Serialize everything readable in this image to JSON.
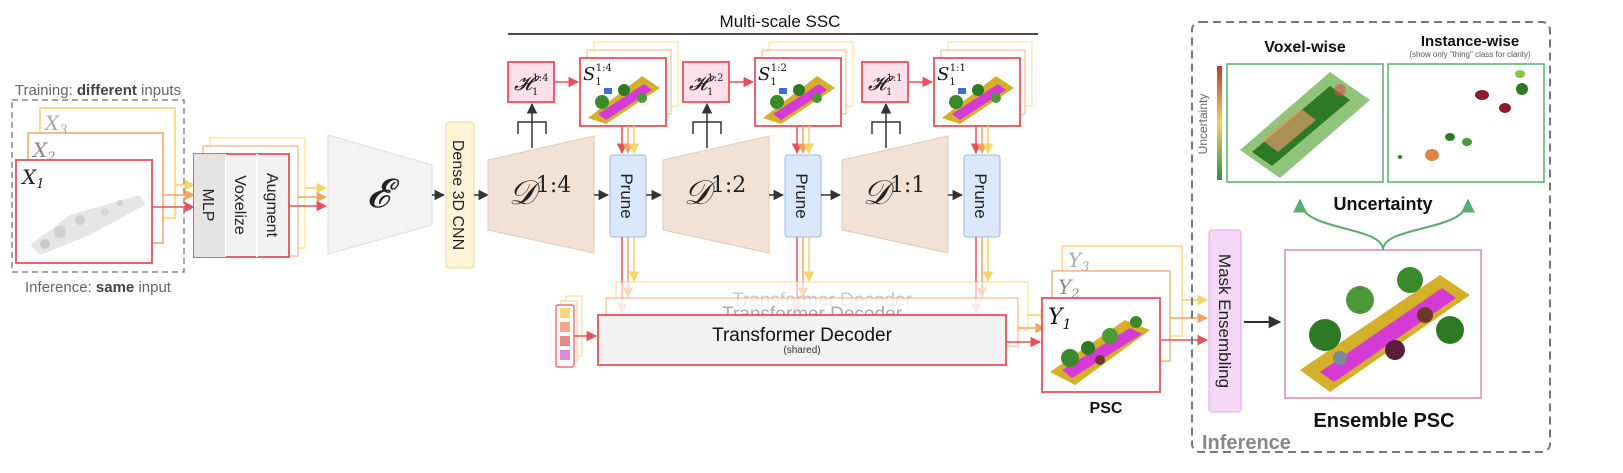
{
  "training_caption": {
    "prefix": "Training: ",
    "emphasis": "different",
    "suffix": " inputs"
  },
  "inference_caption": {
    "prefix": "Inference: ",
    "emphasis": "same",
    "suffix": " input"
  },
  "inputs": {
    "x1": "X",
    "x1_sub": "1",
    "x2": "X",
    "x2_sub": "2",
    "x3": "X",
    "x3_sub": "3"
  },
  "preprocess": {
    "mlp": "MLP",
    "voxelize": "Voxelize",
    "augment": "Augment"
  },
  "encoder": {
    "symbol": "𝓔"
  },
  "dense_cnn": {
    "label": "Dense 3D CNN"
  },
  "multiscale_title": "Multi-scale SSC",
  "decoders": [
    {
      "symbol": "𝒟",
      "scale": "1:4"
    },
    {
      "symbol": "𝒟",
      "scale": "1:2"
    },
    {
      "symbol": "𝒟",
      "scale": "1:1"
    }
  ],
  "heads": [
    {
      "symbol": "𝓗",
      "sub": "1",
      "scale": "1:4"
    },
    {
      "symbol": "𝓗",
      "sub": "1",
      "scale": "1:2"
    },
    {
      "symbol": "𝓗",
      "sub": "1",
      "scale": "1:1"
    }
  ],
  "ssc_outputs": [
    {
      "symbol": "S",
      "sub": "1",
      "scale": "1:4"
    },
    {
      "symbol": "S",
      "sub": "1",
      "scale": "1:2"
    },
    {
      "symbol": "S",
      "sub": "1",
      "scale": "1:1"
    }
  ],
  "prune_label": "Prune",
  "transformer": {
    "label": "Transformer Decoder",
    "sub": "(shared)",
    "ghost_label": "Transformer Decoder"
  },
  "psc_outputs": {
    "y1": "Y",
    "y1_sub": "1",
    "y2": "Y",
    "y2_sub": "2",
    "y3": "Y",
    "y3_sub": "3",
    "label": "PSC"
  },
  "mask_ensembling": "Mask Ensembling",
  "ensemble_label": "Ensemble PSC",
  "uncertainty": {
    "voxel_title": "Voxel-wise",
    "instance_title": "Instance-wise",
    "instance_note": "(show only \"thing\" class for clarity)",
    "axis_label": "Uncertainty",
    "label": "Uncertainty"
  },
  "inference_box_label": "Inference",
  "colors": {
    "red": "#e8505b",
    "orange": "#f4a261",
    "yellow": "#f6d365",
    "beige": "#f2e2d6",
    "prune_fill": "#dbe8fb",
    "prune_border": "#9cb9e8",
    "pink": "#fde0ea",
    "green": "#5aad6a",
    "cnn_fill": "#fff5d6",
    "ensemble_fill": "#f5d8f7"
  }
}
